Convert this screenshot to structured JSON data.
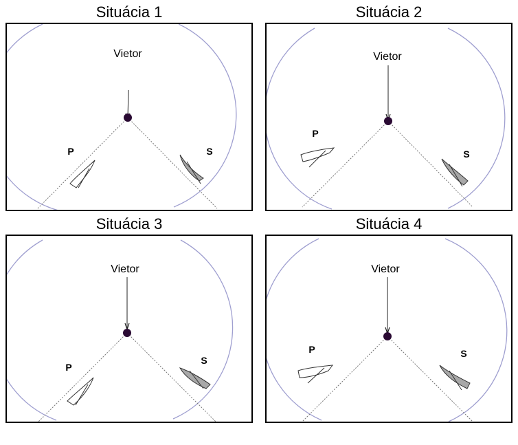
{
  "panels": [
    {
      "title": "Situácia 1",
      "vietor_label": "Vietor",
      "boat_p_label": "P",
      "boat_s_label": "S"
    },
    {
      "title": "Situácia 2",
      "vietor_label": "Vietor",
      "boat_p_label": "P",
      "boat_s_label": "S"
    },
    {
      "title": "Situácia 3",
      "vietor_label": "Vietor",
      "boat_p_label": "P",
      "boat_s_label": "S"
    },
    {
      "title": "Situácia 4",
      "vietor_label": "Vietor",
      "boat_p_label": "P",
      "boat_s_label": "S"
    }
  ],
  "colors": {
    "circle": "#9f9fd0",
    "mark": "#2a0a33",
    "port_boat_fill": "#ffffff",
    "starboard_boat_fill": "#a8a8a8",
    "outline": "#333333",
    "line": "#777777"
  }
}
